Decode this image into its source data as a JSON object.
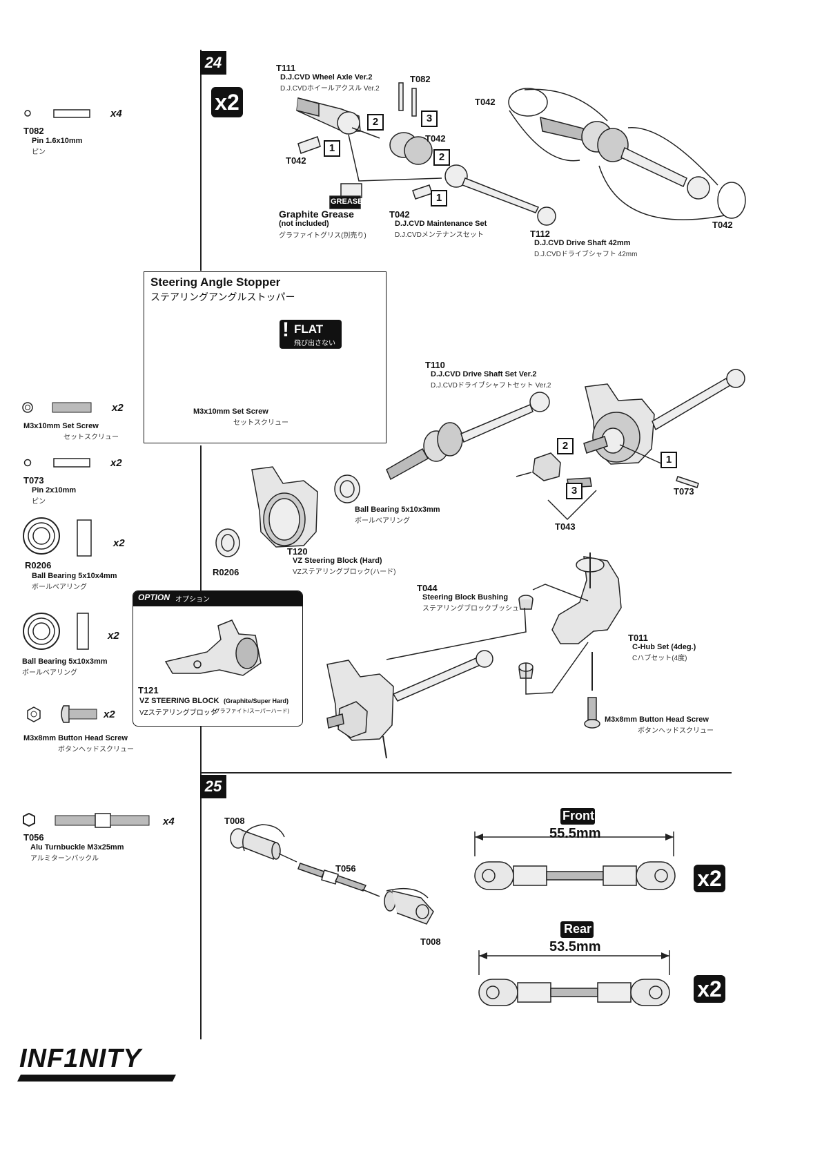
{
  "step24": {
    "number": "24",
    "multiplier": "x2",
    "parts": {
      "t111": {
        "code": "T111",
        "en": "D.J.CVD Wheel Axle Ver.2",
        "jp": "D.J.CVDホイールアクスル Ver.2"
      },
      "t082_top": {
        "code": "T082"
      },
      "t042_a": {
        "code": "T042"
      },
      "t042_b": {
        "code": "T042"
      },
      "t042_c": {
        "code": "T042"
      },
      "t042_d": {
        "code": "T042"
      },
      "t042_e": {
        "code": "T042"
      },
      "maint": {
        "en": "D.J.CVD Maintenance Set",
        "jp": "D.J.CVDメンテナンスセット"
      },
      "grease": {
        "label": "GREASE",
        "en": "Graphite Grease",
        "en2": "(not included)",
        "jp": "グラファイトグリス(別売り)"
      },
      "t112": {
        "code": "T112",
        "en": "D.J.CVD Drive Shaft 42mm",
        "jp": "D.J.CVDドライブシャフト 42mm"
      },
      "t110": {
        "code": "T110",
        "en": "D.J.CVD Drive Shaft Set Ver.2",
        "jp": "D.J.CVDドライブシャフトセット Ver.2"
      },
      "bb": {
        "en": "Ball Bearing 5x10x3mm",
        "jp": "ボールベアリング"
      },
      "r0206": {
        "code": "R0206"
      },
      "t120": {
        "code": "T120",
        "en": "VZ Steering Block (Hard)",
        "jp": "VZステアリングブロック(ハード)"
      },
      "t073": {
        "code": "T073"
      },
      "t043": {
        "code": "T043"
      },
      "t044": {
        "code": "T044",
        "en": "Steering Block Bushing",
        "jp": "ステアリングブロックブッシュ"
      },
      "t011": {
        "code": "T011",
        "en": "C-Hub Set (4deg.)",
        "jp": "Cハブセット(4度)"
      },
      "screw": {
        "en": "M3x8mm Button Head Screw",
        "jp": "ボタンヘッドスクリュー"
      }
    },
    "stopper": {
      "title": "Steering Angle Stopper",
      "title_jp": "ステアリングアングルストッパー",
      "flat": "FLAT",
      "flat_jp": "飛び出さない",
      "screw_en": "M3x10mm Set Screw",
      "screw_jp": "セットスクリュー"
    },
    "option": {
      "header": "OPTION",
      "header_jp": "オプション",
      "code": "T121",
      "en": "VZ STEERING BLOCK",
      "en_small": "(Graphite/Super Hard)",
      "jp": "VZステアリングブロック",
      "jp_small": "(グラファイト/スーパーハード)"
    },
    "steps": [
      "1",
      "2",
      "3",
      "2",
      "1",
      "2",
      "1",
      "3"
    ]
  },
  "step25": {
    "number": "25",
    "t008_a": "T008",
    "t056": "T056",
    "t008_b": "T008",
    "front": {
      "label": "Front",
      "length": "55.5mm",
      "multiplier": "x2"
    },
    "rear": {
      "label": "Rear",
      "length": "53.5mm",
      "multiplier": "x2"
    }
  },
  "sidebar": [
    {
      "code": "T082",
      "en": "Pin 1.6x10mm",
      "jp": "ピン",
      "qty": "x4"
    },
    {
      "code": "",
      "en": "M3x10mm Set Screw",
      "jp": "セットスクリュー",
      "qty": "x2"
    },
    {
      "code": "T073",
      "en": "Pin 2x10mm",
      "jp": "ピン",
      "qty": "x2"
    },
    {
      "code": "R0206",
      "en": "Ball Bearing 5x10x4mm",
      "jp": "ボールベアリング",
      "qty": "x2"
    },
    {
      "code": "",
      "en": "Ball Bearing 5x10x3mm",
      "jp": "ボールベアリング",
      "qty": "x2"
    },
    {
      "code": "",
      "en": "M3x8mm Button Head Screw",
      "jp": "ボタンヘッドスクリュー",
      "qty": "x2"
    },
    {
      "code": "T056",
      "en": "Alu Turnbuckle M3x25mm",
      "jp": "アルミターンバックル",
      "qty": "x4"
    }
  ],
  "brand": "INF1NITY"
}
